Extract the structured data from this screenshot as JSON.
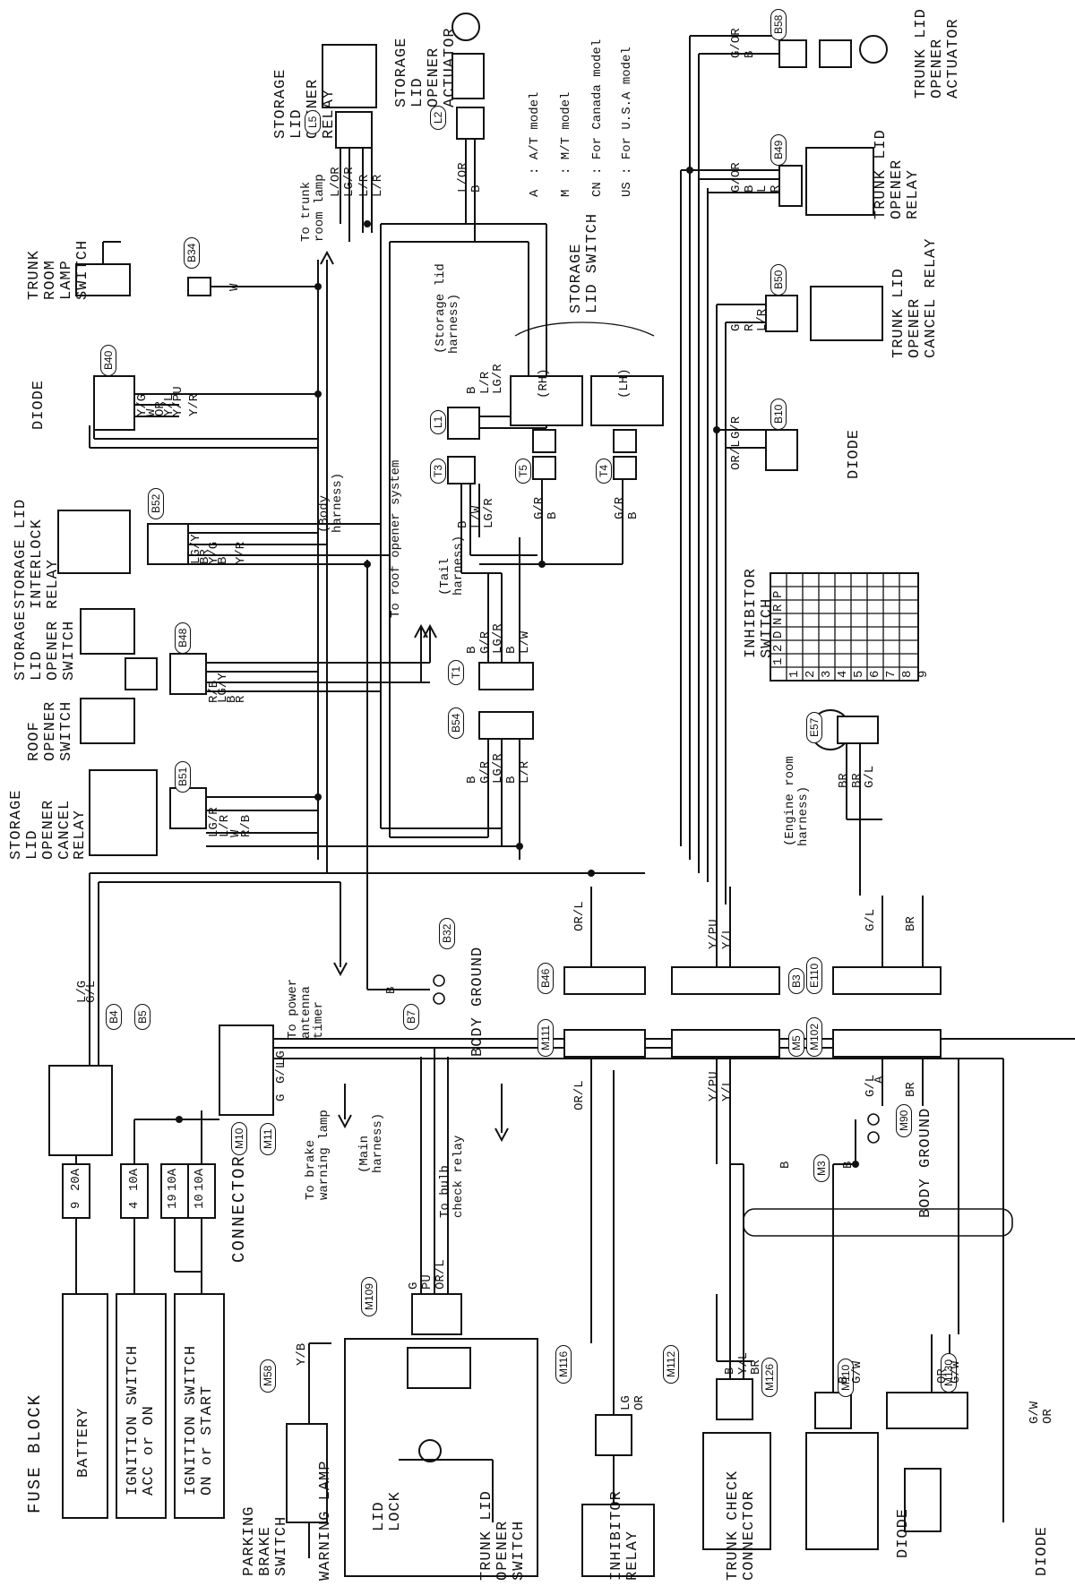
{
  "components": {
    "fuse_block": "FUSE BLOCK",
    "battery": "BATTERY",
    "ign_acc": "IGNITION SWITCH\nACC or ON",
    "ign_on": "IGNITION SWITCH\nON or START",
    "fuse_9": "9",
    "fuse_20a": "20A",
    "fuse_4": "4",
    "fuse_10a_1": "10A",
    "fuse_19": "19",
    "fuse_10a_2": "10A",
    "fuse_10": "10",
    "fuse_10a_3": "10A",
    "connector": "CONNECTOR",
    "parking_brake": "PARKING\nBRAKE\nSWITCH",
    "warning_lamp": "WARNING LAMP",
    "lid_lock": "LID\nLOCK",
    "trunk_lid_opener_switch": "TRUNK LID\nOPENER\nSWITCH",
    "inhibitor_relay": "INHIBITOR\nRELAY",
    "trunk_check_connector": "TRUNK CHECK\nCONNECTOR",
    "diode_bottom": "DIODE",
    "diode_bottom_right": "DIODE",
    "body_ground_right": "BODY GROUND",
    "body_ground_mid": "BODY GROUND",
    "storage_lid_opener_cancel_relay": "STORAGE\nLID\nOPENER\nCANCEL\nRELAY",
    "roof_opener_switch": "ROOF\nOPENER\nSWITCH",
    "storage_lid_opener_switch": "STORAGE\nLID\nOPENER\nSWITCH",
    "storage_lid_interlock_relay": "STORAGE LID\nINTERLOCK\nRELAY",
    "diode_top_left": "DIODE",
    "trunk_room_lamp_switch": "TRUNK\nROOM\nLAMP\nSWITCH",
    "storage_lid_opener_relay": "STORAGE\nLID\nOPENER\nRELAY",
    "storage_lid_opener_actuator": "STORAGE\nLID\nOPENER\nACTUATOR",
    "storage_lid_switch": "STORAGE\nLID SWITCH",
    "rh": "(RH)",
    "lh": "(LH)",
    "trunk_lid_opener_actuator": "TRUNK LID\nOPENER\nACTUATOR",
    "trunk_lid_opener_relay": "TRUNK LID\nOPENER\nRELAY",
    "trunk_lid_opener_cancel_relay": "TRUNK LID\nOPENER\nCANCEL RELAY",
    "diode_right": "DIODE",
    "inhibitor_switch": "INHIBITOR\nSWITCH"
  },
  "notes": {
    "to_brake_warning_lamp": "To brake\nwarning lamp",
    "main_harness": "(Main\nharness)",
    "to_bulb_check_relay": "To bulb\ncheck relay",
    "to_power_antenna_timer": "To power\nantenna\ntimer",
    "to_trunk_room_lamp": "To trunk\nroom lamp",
    "to_roof_opener_system": "To roof opener system",
    "body_harness": "(Body\nharness)",
    "tail_harness": "(Tail\nharness)",
    "storage_lid_harness": "(Storage lid\nharness)",
    "engine_room_harness": "(Engine room\nharness)"
  },
  "legend": [
    {
      "symbol": "A",
      "text": ": A/T model"
    },
    {
      "symbol": "M",
      "text": ": M/T model"
    },
    {
      "symbol": "CN",
      "text": ": For Canada model"
    },
    {
      "symbol": "US",
      "text": ": For U.S.A model"
    }
  ],
  "connector_ids": {
    "b4": "B4",
    "b5": "B5",
    "m10": "M10",
    "m11": "M11",
    "m58": "M58",
    "m109": "M109",
    "m116": "M116",
    "m112": "M112",
    "m126": "M126",
    "m110": "M110",
    "m130": "M130",
    "m3": "M3",
    "m90": "M90",
    "b7": "B7",
    "b32": "B32",
    "b51": "B51",
    "b48": "B48",
    "b52": "B52",
    "b40": "B40",
    "b34": "B34",
    "l5": "L5",
    "l2": "L2",
    "l1": "L1",
    "t3": "T3",
    "t5": "T5",
    "t4": "T4",
    "t1": "T1",
    "b54": "B54",
    "b46": "B46",
    "m111": "M111",
    "b3": "B3",
    "m5": "M5",
    "e110": "E110",
    "m102": "M102",
    "e57": "E57",
    "b58": "B58",
    "b49": "B49",
    "b50": "B50",
    "b10": "B10"
  },
  "wire_colors": {
    "lg_bl": "L/G",
    "gl_bl": "G/L",
    "lg_conn": "LG",
    "gl_conn": "G/L",
    "g_conn": "G",
    "yb": "Y/B",
    "g_warn": "G",
    "pu_warn": "PU",
    "or_l_warn": "OR/L",
    "lg_or": "LG\nOR",
    "b_ylb": "B\nY/L\nBR",
    "b_gw": "B\nG/W",
    "or_gw": "OR\nG/W",
    "gw_or": "G/W\nOR",
    "w_b34": "W",
    "yg": "Y/G",
    "w": "W",
    "or": "OR",
    "yl": "Y/L",
    "ypu": "Y/PU",
    "yr_b40": "Y/R",
    "lgy": "LG/Y",
    "br_b52": "BR",
    "yg_b52": "Y/G",
    "b_b52": "B",
    "yr_b52": "Y/R",
    "rb": "R/B",
    "lgy_b48": "LG/Y",
    "b_b48": "B",
    "r_b48": "R",
    "lgr_b51": "LG/R",
    "lr_b51": "L/R",
    "w_b51": "W",
    "rb_b51": "R/B",
    "b_b32": "B",
    "lor_l5": "L/OR\nLG/R",
    "lr_l5": "L/R\nL/R",
    "lor_l2": "L/OR\nB",
    "b_l1": "B\nL/R\nLG/R",
    "b_t3": "B\nL/W\nLG/R",
    "gr_t5": "G/R\nB",
    "gr_t4": "G/R\nB",
    "t1_wires": "B\nG/R\nLG/R\nB\nL/W",
    "b54_wires": "B\nG/R\nLG/R\nB\nL/R",
    "or_l_b46": "OR/L",
    "or_l_m111": "OR/L",
    "ypu_b3": "Y/PU\nY/L",
    "ypu_m5": "Y/PU\nY/L",
    "gl_e110": "G/L",
    "br_e110": "BR",
    "gl_m102": "G/L",
    "br_m102": "BR",
    "br_e57": "BR\nBR\nG/L",
    "gor_b58": "G/OR\nB",
    "gor_b49": "G/OR\nB\nL\nR",
    "g_b50": "G\nR\nL/R",
    "gr_b10": "G/R",
    "orl_b10": "OR/L",
    "a_bus": "A",
    "b_ground": "B",
    "body_ground_b": "B"
  },
  "inhibitor_table": {
    "header": [
      "",
      "P",
      "R",
      "N",
      "D",
      "2",
      "1"
    ],
    "rows": [
      "1",
      "2",
      "3",
      "4",
      "5",
      "6",
      "7",
      "8",
      "9"
    ]
  }
}
